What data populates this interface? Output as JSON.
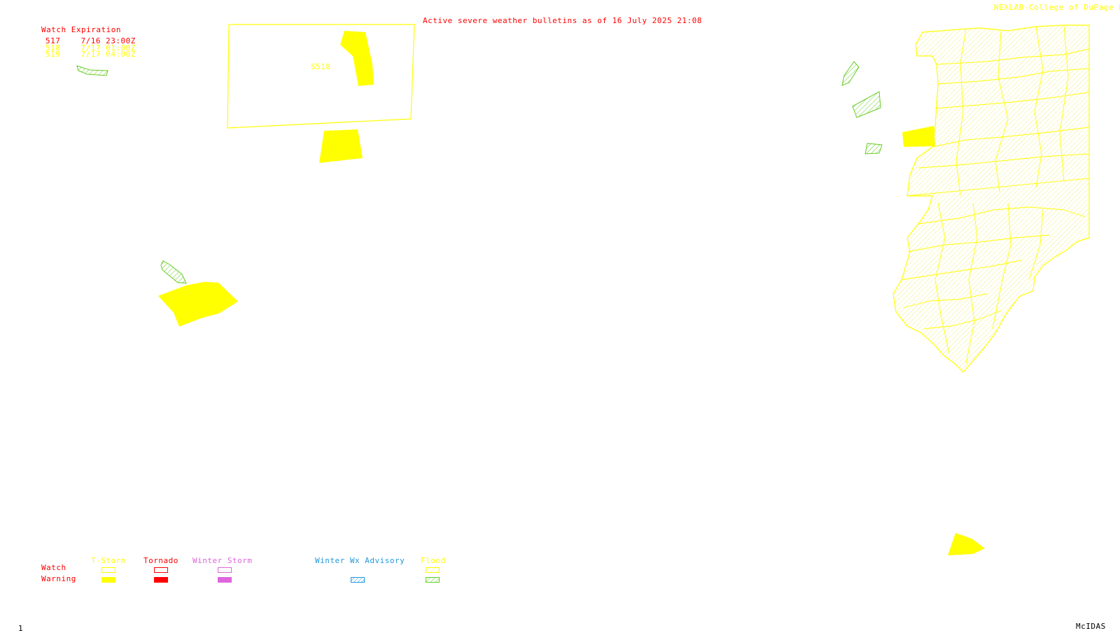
{
  "header": {
    "bulletin": "Active severe weather bulletins as of 16 July 2025 21:08",
    "credit": "NEXLAB-College of DuPage E"
  },
  "expiration": {
    "title": "Watch Expiration",
    "rows": [
      {
        "watch": "517",
        "time": "7/16 23:00Z"
      },
      {
        "watch": "518",
        "time": "7/17 01:00Z"
      },
      {
        "watch": "519",
        "time": "7/17 04:00Z"
      }
    ]
  },
  "map": {
    "watch_label": "S518"
  },
  "legend": {
    "row_watch": "Watch",
    "row_warning": "Warning",
    "cols": [
      "T-Storm",
      "Tornado",
      "Winter Storm",
      "Winter Wx Advisory",
      "Flood"
    ]
  },
  "footer": {
    "frame": "1",
    "software": "McIDAS"
  },
  "colors": {
    "tstorm": "#ffff00",
    "tornado": "#ff0000",
    "winter_storm": "#dd66dd",
    "winter_advisory": "#2299dd",
    "flood": "#66cc22",
    "watch_fill": "#ffffcc"
  }
}
